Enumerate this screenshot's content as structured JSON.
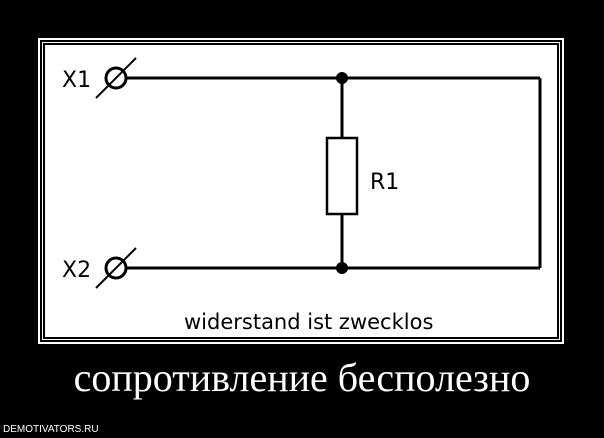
{
  "schematic": {
    "terminal_1_label": "X1",
    "terminal_2_label": "X2",
    "resistor_label": "R1",
    "note": "widerstand ist zwecklos"
  },
  "caption": "сопротивление бесполезно",
  "watermark": "DEMOTIVATORS.RU",
  "colors": {
    "background": "#000000",
    "frame": "#ffffff",
    "picture": "#ffffff",
    "ink": "#000000",
    "caption": "#ffffff"
  }
}
